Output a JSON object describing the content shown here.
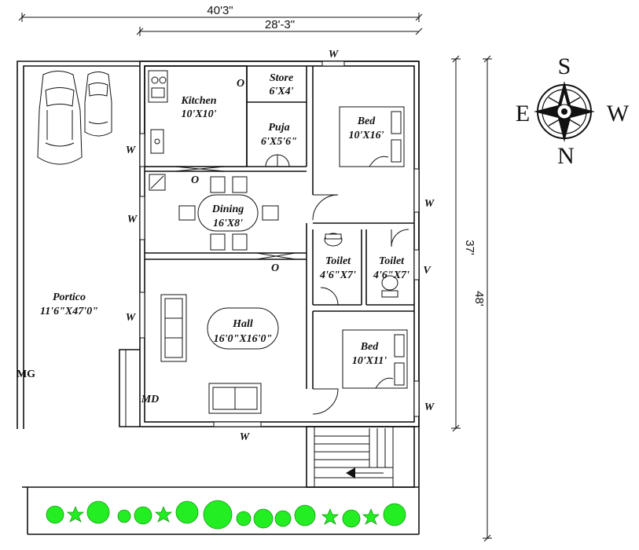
{
  "dimensions": {
    "overall_width": "40'3\"",
    "inner_width": "28'-3\"",
    "inner_depth": "37'",
    "overall_depth": "48'"
  },
  "compass": {
    "top": "S",
    "left": "E",
    "right": "W",
    "bottom": "N"
  },
  "rooms": {
    "kitchen": {
      "name": "Kitchen",
      "size": "10'X10'"
    },
    "store": {
      "name": "Store",
      "size": "6'X4'"
    },
    "puja": {
      "name": "Puja",
      "size": "6'X5'6\""
    },
    "dining": {
      "name": "Dining",
      "size": "16'X8'"
    },
    "bed_top": {
      "name": "Bed",
      "size": "10'X16'"
    },
    "toilet_left": {
      "name": "Toilet",
      "size": "4'6\"X7'"
    },
    "toilet_right": {
      "name": "Toilet",
      "size": "4'6\"X7'"
    },
    "hall": {
      "name": "Hall",
      "size": "16'0\"X16'0\""
    },
    "bed_bottom": {
      "name": "Bed",
      "size": "10'X11'"
    },
    "portico": {
      "name": "Portico",
      "size": "11'6\"X47'0\""
    }
  },
  "markers": {
    "window": "W",
    "ventilator": "V",
    "opening": "O",
    "main_door": "MD",
    "main_gate": "MG"
  }
}
